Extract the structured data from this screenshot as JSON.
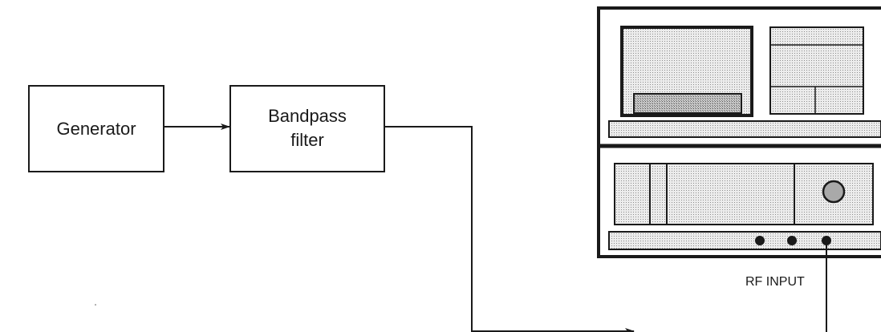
{
  "blocks": {
    "generator": {
      "label": "Generator"
    },
    "bandpass_filter": {
      "label_line1": "Bandpass",
      "label_line2": "filter"
    }
  },
  "analyzer": {
    "port_label": "RF INPUT"
  },
  "colors": {
    "stroke": "#1a1a1a",
    "panel_fill": "#dcdcdc",
    "screen_inner_fill": "#bdbdbd",
    "knob_fill": "#a9a9a9"
  }
}
